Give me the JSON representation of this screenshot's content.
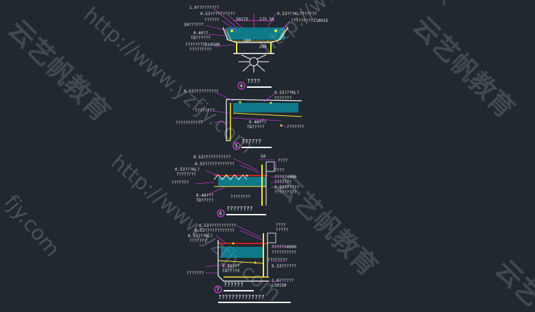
{
  "watermark": {
    "url": "http://www.yzfjy.com",
    "brand": "云艺帆教育",
    "partial_url_1": "fjy.com",
    "partial_url_2": "yzfjy",
    "partial_url_3": "云艺"
  },
  "details": [
    {
      "number": "4",
      "title": "????",
      "labels": [
        "1.0?????????",
        "0.53??????????",
        "??????",
        "50??????",
        "0.40??",
        "TD??????",
        "???????TD10500",
        "?????????",
        "0.53???KL???????",
        "?????????Z10015",
        "50175",
        "175 50",
        "160",
        "200"
      ]
    },
    {
      "number": "5",
      "title": "??????",
      "labels": [
        "0.53??????????",
        "0.53???KL?",
        "???????",
        "????????",
        "0.40???",
        "TD?????",
        "???????????",
        "???????"
      ]
    },
    {
      "number": "6",
      "title": "????????",
      "labels": [
        "0.53???????????",
        "0.53????????????",
        "0.53???KL?",
        "????????",
        "????",
        "???????",
        "????????",
        "0.40???",
        "TD?????",
        "50",
        "????",
        "?????4000",
        "???????",
        "0.53??????",
        "?????????"
      ]
    },
    {
      "number": "7",
      "title": "??????",
      "subtitle": "??????????????",
      "labels": [
        "0.53???????????",
        "0.53????????????",
        "0.53???KL?",
        "???????",
        "????",
        "?????",
        "??????4000",
        "??????????",
        "0.53??????",
        "????????",
        "0.40???",
        "TD?????",
        "???????",
        "1.0??????",
        "L50150"
      ]
    }
  ]
}
